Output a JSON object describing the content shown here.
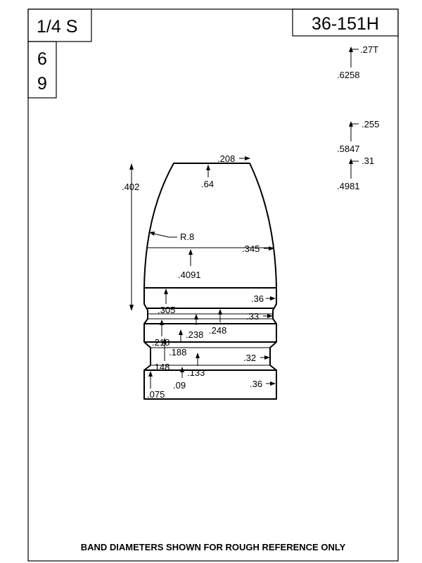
{
  "header": {
    "caliber": "1/4 S",
    "part_number": "36-151H",
    "cavities_top": "6",
    "cavities_bottom": "9"
  },
  "side_notes": [
    {
      "value": ".27T",
      "ref": ".6258"
    },
    {
      "value": ".255",
      "ref": ".5847"
    },
    {
      "value": ".31",
      "ref": ".4981"
    }
  ],
  "dimensions": {
    "meplat": ".208",
    "nose_len": ".64",
    "overall": ".402",
    "radius": "R.8",
    "ogive_dia": ".345",
    "ogive_len": ".4091",
    "band1_dia": ".36",
    "band1_len": ".305",
    "groove1_dia": ".33",
    "g1_a": ".238",
    "g1_b": ".248",
    "g1_c": ".218",
    "g1_d": ".188",
    "band2_dia": ".32",
    "g2_a": ".148",
    "g2_b": ".133",
    "g2_c": ".09",
    "base_dia": ".36",
    "base_len": ".075"
  },
  "footer": "BAND DIAMETERS SHOWN FOR ROUGH REFERENCE ONLY"
}
